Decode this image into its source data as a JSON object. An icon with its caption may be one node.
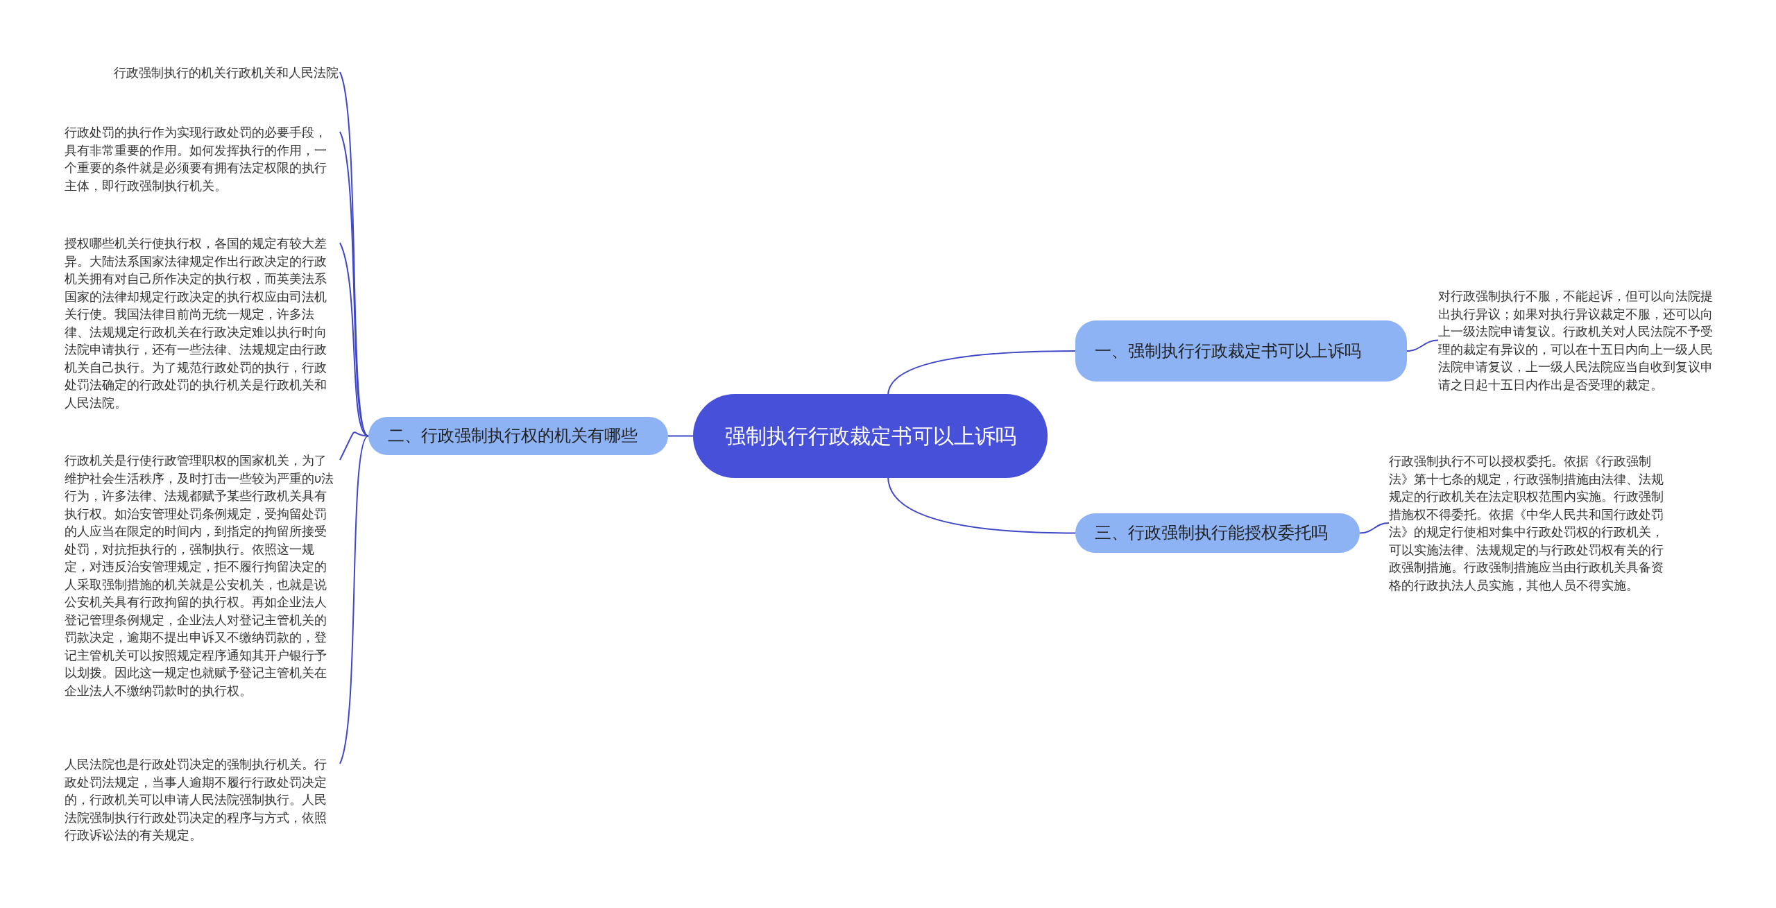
{
  "diagram": {
    "nodes": [
      {
        "text": [
          "强制执行行政裁定书可以上诉吗"
        ]
      },
      {
        "text": [
          "一、强制执行行政裁定书可以上诉吗"
        ]
      },
      {
        "text": [
          "二、行政强制执行权的机关有哪些"
        ]
      },
      {
        "text": [
          "三、行政强制执行能授权委托吗"
        ]
      },
      {
        "text": [
          "对行政强制执行不服，不能起诉，但可以向法院提出执行异议；如果对执行异议裁定不服，还可以向上一级法院申请复议。行政机关对人民法院不予受理的裁定有异议的，可以在十五日内向上一级人民法院申请复议，上一级人民法院应当自收到复议申请之日起十五日内作出是否受理的裁定。"
        ]
      },
      {
        "text": [
          "行政强制执行的机关行政机关和人民法院"
        ]
      },
      {
        "text": [
          "行政处罚的执行作为实现行政处罚的必要手段，具有非常重要的作用。如何发挥执行的作用，一个重要的条件就是必须要有拥有法定权限的执行主体，即行政强制执行机关。"
        ]
      },
      {
        "text": [
          "授权哪些机关行使执行权，各国的规定有较大差异。大陆法系国家法律规定作出行政决定的行政机关拥有对自己所作决定的执行权，而英美法系国家的法律却规定行政决定的执行权应由司法机关行使。我国法律目前尚无统一规定，许多法律、法规规定行政机关在行政决定难以执行时向法院申请执行，还有一些法律、法规规定由行政机关自己执行。为了规范行政处罚的执行，行政处罚法确定的行政处罚的执行机关是行政机关和人民法院。"
        ]
      },
      {
        "text": [
          "行政机关是行使行政管理职权的国家机关，为了维护社会生活秩序，及时打击一些较为严重的υ法行为，许多法律、法规都赋予某些行政机关具有执行权。如治安管理处罚条例规定，受拘留处罚的人应当在限定的时间内，到指定的拘留所接受处罚，对抗拒执行的，强制执行。依照这一规定，对违反治安管理规定，拒不履行拘留决定的人采取强制措施的机关就是公安机关，也就是说公安机关具有行政拘留的执行权。再如企业法人登记管理条例规定，企业法人对登记主管机关的罚款决定，逾期不提出申诉又不缴纳罚款的，登记主管机关可以按照规定程序通知其开户银行予以划拨。因此这一规定也就赋予登记主管机关在企业法人不缴纳罚款时的执行权。"
        ]
      },
      {
        "text": [
          "人民法院也是行政处罚决定的强制执行机关。行政处罚法规定，当事人逾期不履行行政处罚决定的，行政机关可以申请人民法院强制执行。人民法院强制执行行政处罚决定的程序与方式，依照行政诉讼法的有关规定。"
        ]
      },
      {
        "text": [
          "行政强制执行不可以授权委托。依据《行政强制法》第十七条的规定，行政强制措施由法律、法规规定的行政机关在法定职权范围内实施。行政强制措施权不得委托。依据《中华人民共和国行政处罚法》的规定行使相对集中行政处罚权的行政机关，可以实施法律、法规规定的与行政处罚权有关的行政强制措施。行政强制措施应当由行政机关具备资格的行政执法人员实施，其他人员不得实施。"
        ]
      }
    ],
    "edges": [
      {
        "from": 0,
        "to": 1,
        "arrow": "none"
      },
      {
        "from": 1,
        "to": 4,
        "arrow": "none"
      },
      {
        "from": 0,
        "to": 2,
        "arrow": "none"
      },
      {
        "from": 2,
        "to": 5,
        "arrow": "none"
      },
      {
        "from": 2,
        "to": 6,
        "arrow": "none"
      },
      {
        "from": 2,
        "to": 7,
        "arrow": "none"
      },
      {
        "from": 2,
        "to": 8,
        "arrow": "none"
      },
      {
        "from": 2,
        "to": 9,
        "arrow": "none"
      },
      {
        "from": 0,
        "to": 3,
        "arrow": "none"
      },
      {
        "from": 3,
        "to": 10,
        "arrow": "none"
      }
    ]
  }
}
